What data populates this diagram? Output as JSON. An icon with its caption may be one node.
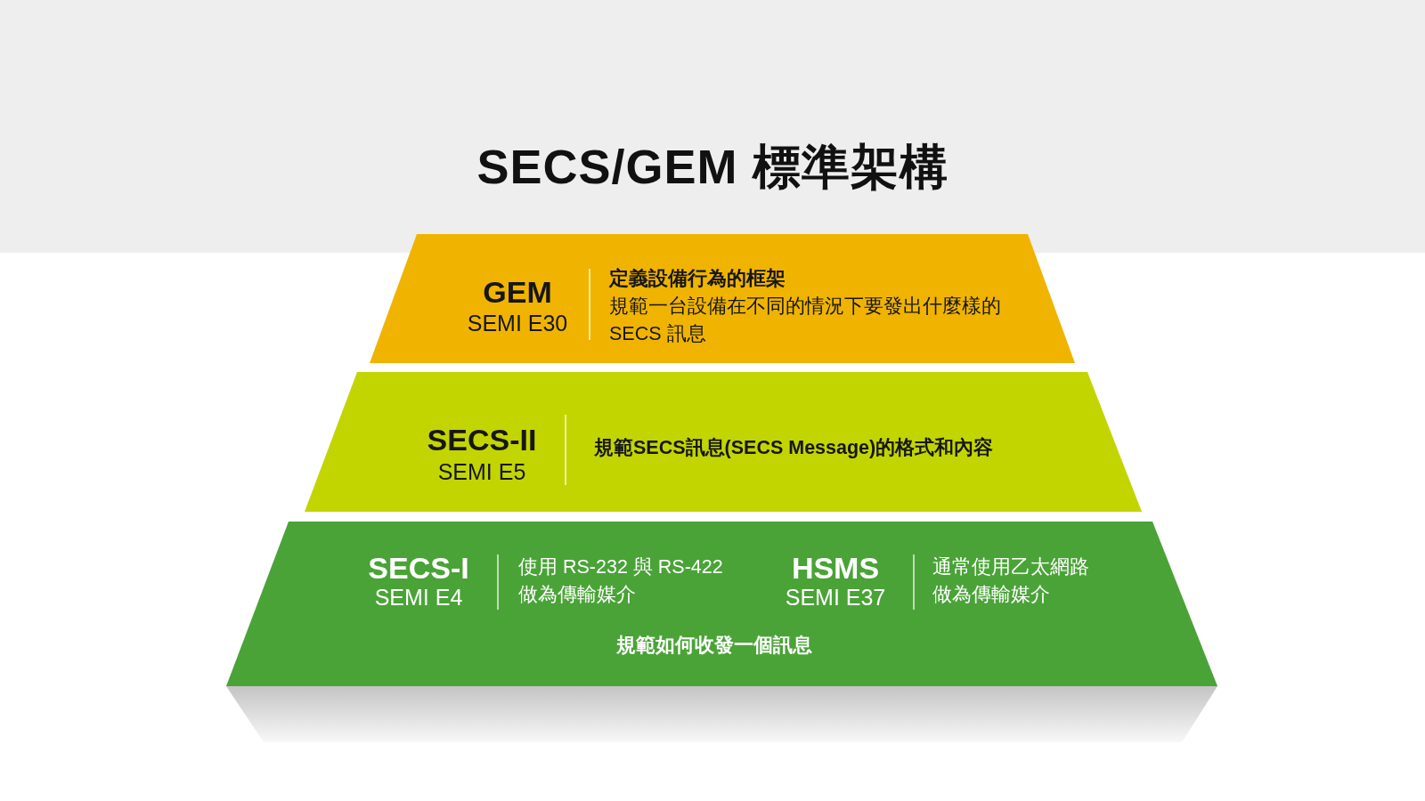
{
  "diagram": {
    "title": "SECS/GEM 標準架構",
    "nodes": [
      {
        "text": [
          "GEM",
          "SEMI E30",
          "定義設備行為的框架",
          "規範一台設備在不同的情況下要發出什麼樣的SECS 訊息"
        ]
      },
      {
        "text": [
          "SECS-II",
          "SEMI E5",
          "規範SECS訊息(SECS Message)的格式和內容"
        ]
      },
      {
        "text": [
          "SECS-I",
          "SEMI E4",
          "使用 RS-232 與 RS-422做為傳輸媒介",
          "HSMS",
          "SEMI E37",
          "通常使用乙太網路做為傳輸媒介",
          "規範如何收發一個訊息"
        ]
      }
    ]
  }
}
